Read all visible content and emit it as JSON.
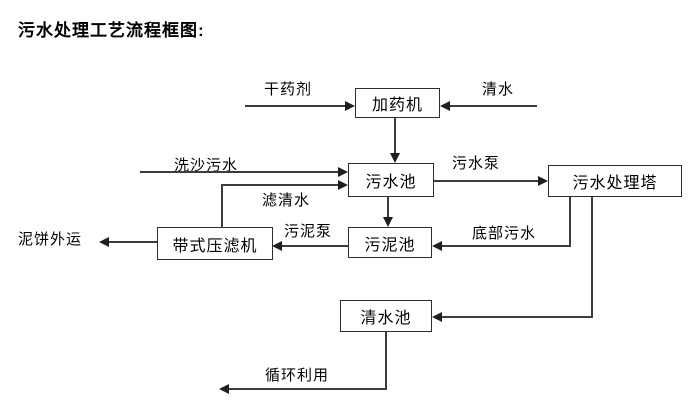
{
  "title": "污水处理工艺流程框图:",
  "nodes": {
    "dosing_machine": "加药机",
    "sewage_pool": "污水池",
    "treatment_tower": "污水处理塔",
    "belt_filter_press": "带式压滤机",
    "sludge_pool": "污泥池",
    "clean_water_pool": "清水池"
  },
  "edge_labels": {
    "dry_agent": "干药剂",
    "clean_water": "清水",
    "sand_wash_sewage": "洗沙污水",
    "filtered_water": "滤清水",
    "sewage_pump": "污水泵",
    "mud_cake_out": "泥饼外运",
    "sludge_pump": "污泥泵",
    "bottom_sewage": "底部污水",
    "recycle_use": "循环利用"
  },
  "colors": {
    "line": "#3c3c3c",
    "box_border": "#2e2e2e",
    "text": "#000000",
    "background": "#ffffff"
  }
}
